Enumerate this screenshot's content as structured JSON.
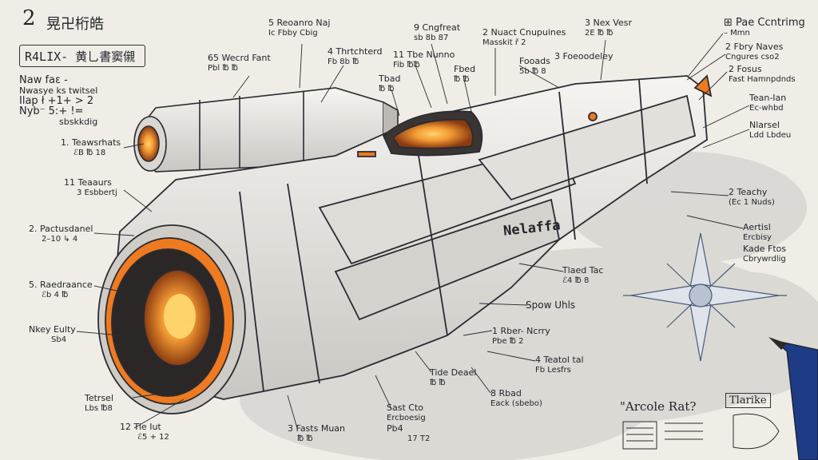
{
  "sheet": {
    "title_number": "2",
    "title_text": "晃卍桁皓",
    "boxed_title": "R4LIX- 黄乚書窦儭",
    "header_notes": {
      "line1": "Naw faɛ -",
      "line2": "Nwasye ks twitsel",
      "line3": "Ilap ł +1+ > 2",
      "line4": "Nyb⁻ 5:+ !=",
      "line5": "sbskkdig"
    },
    "hull_lettering": "Nelaffa",
    "quote_text": "\"Arcole Rat?",
    "note_box_text": "Tlarike"
  },
  "callouts": [
    {
      "id": "c1",
      "line1": "5 Reoanro Naj",
      "line2": "Ic Fbby Cbig"
    },
    {
      "id": "c2",
      "line1": "65 Wecrd Fant",
      "line2": "Pbl ℔ ℔"
    },
    {
      "id": "c3",
      "line1": "4 Thrtchterd",
      "line2": "Fb 8b ℔"
    },
    {
      "id": "c4",
      "line1": "9 Cngfreat",
      "line2": "sb 8b 87"
    },
    {
      "id": "c5",
      "line1": "2 Nuact Cnupuines",
      "line2": "Masskit ř 2"
    },
    {
      "id": "c6",
      "line1": "3 Nex Vesr",
      "line2": "2E ℔ ℔"
    },
    {
      "id": "c7",
      "line1": "⊞ Pae Ccntrimg",
      "line2": "– Mmn"
    },
    {
      "id": "c8",
      "line1": "11 Tbe Nunno",
      "line2": "Fib ℔℔"
    },
    {
      "id": "c9",
      "line1": "Tbad",
      "line2": "℔ ℔"
    },
    {
      "id": "c10",
      "line1": "Fbed",
      "line2": "℔ ℔"
    },
    {
      "id": "c11",
      "line1": "Fooads",
      "line2": "5b ℔ 8"
    },
    {
      "id": "c12",
      "line1": "3 Foeoodeley",
      "line2": ""
    },
    {
      "id": "c13",
      "line1": "2 Fbry Naves",
      "line2": "Cngures cso2"
    },
    {
      "id": "c14",
      "line1": "2 Fosus",
      "line2": "Fast Hamnpdnds"
    },
    {
      "id": "c15",
      "line1": "Tean-Ian",
      "line2": "Ec-whbd"
    },
    {
      "id": "c16",
      "line1": "Nlarsel",
      "line2": "Ldd Lbdeu"
    },
    {
      "id": "c17",
      "line1": "1. Teawsrhats",
      "line2": "ℰB ℔ 18"
    },
    {
      "id": "c18",
      "line1": "11 Teaaurs",
      "line2": "3 Esbbertj"
    },
    {
      "id": "c19",
      "line1": "2. Pactusdanel",
      "line2": "2–10 ↳ 4"
    },
    {
      "id": "c20",
      "line1": "5. Raedraance",
      "line2": "ℰb 4 ℔"
    },
    {
      "id": "c21",
      "line1": "Nkey Eulty",
      "line2": "Sb4"
    },
    {
      "id": "c22",
      "line1": "2 Teachy",
      "line2": "(Ec 1 Nuds)"
    },
    {
      "id": "c23",
      "line1": "Aertisl",
      "line2": "Ercbisy"
    },
    {
      "id": "c24",
      "line1": "Kade Ftos",
      "line2": "Cbrywrdlig"
    },
    {
      "id": "c25",
      "line1": "Tlaed Tac",
      "line2": "ℰ4 ℔ 8"
    },
    {
      "id": "c26",
      "line1": "Spow Uhls",
      "line2": ""
    },
    {
      "id": "c27",
      "line1": "1 Rber- Ncrry",
      "line2": "Pbe ℔ 2"
    },
    {
      "id": "c28",
      "line1": "4 Teatol tal",
      "line2": "Fb Lesfrs"
    },
    {
      "id": "c29",
      "line1": "Tide Deael",
      "line2": "℔ ℔"
    },
    {
      "id": "c30",
      "line1": "8 Rbad",
      "line2": "Eack (sbebo)"
    },
    {
      "id": "c31",
      "line1": "Tetrsel",
      "line2": "Lbs ℔8"
    },
    {
      "id": "c32",
      "line1": "12 Tie Iut",
      "line2": "ℰ5 + 12"
    },
    {
      "id": "c33",
      "line1": "3 Fasts Muan",
      "line2": "℔ ℔"
    },
    {
      "id": "c34",
      "line1": "Sast Cto",
      "line2": "Ercboesig"
    },
    {
      "id": "c35",
      "line1": "Pb4",
      "line2": "17 T2"
    }
  ],
  "colors": {
    "paper": "#efede6",
    "ink": "#23252c",
    "hull": "#e9e7e2",
    "glow": "#ef7a1f",
    "compass": "#4b5c78",
    "pencil": "#1e3b86"
  }
}
